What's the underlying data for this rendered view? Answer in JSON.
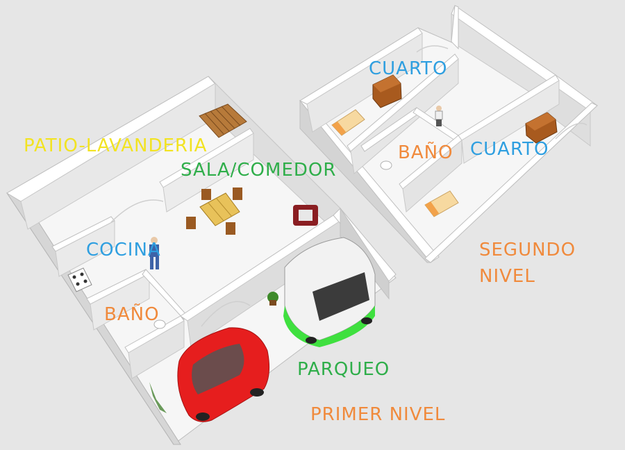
{
  "labels": {
    "patio": "PATIO-LAVANDERIA",
    "sala": "SALA/COMEDOR",
    "cocina": "COCINA",
    "bano_1": "BAÑO",
    "parqueo": "PARQUEO",
    "primer_nivel": "PRIMER NIVEL",
    "cuarto_1": "CUARTO",
    "bano_2": "BAÑO",
    "cuarto_2": "CUARTO",
    "segundo_nivel_1": "SEGUNDO",
    "segundo_nivel_2": "NIVEL"
  },
  "colors": {
    "background": "#e6e6e6",
    "floor": "#f7f7f7",
    "wall_top": "#ffffff",
    "wall_side": "#d9d9d9",
    "label_yellow": "#f2e322",
    "label_blue": "#2f9fe0",
    "label_green": "#2fae4a",
    "label_orange": "#f08a3c",
    "car": "#e61e1e",
    "van": "#f2f2f2",
    "van_trim": "#3fe03f"
  }
}
